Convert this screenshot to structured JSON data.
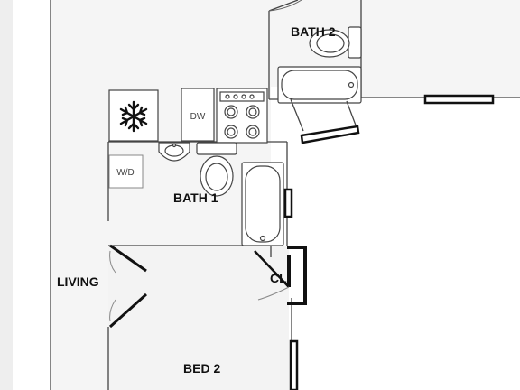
{
  "rooms": {
    "bath2": "BATH 2",
    "bath1": "BATH 1",
    "living": "LIVING",
    "closet": "CL",
    "bed2": "BED 2"
  },
  "fixtures": {
    "dishwasher": "DW",
    "washer_dryer": "W/D"
  },
  "icons": {
    "freezer": "snowflake-icon"
  },
  "colors": {
    "floor_shade": "#f6f6f6",
    "wall": "#111111",
    "line": "#555555"
  }
}
